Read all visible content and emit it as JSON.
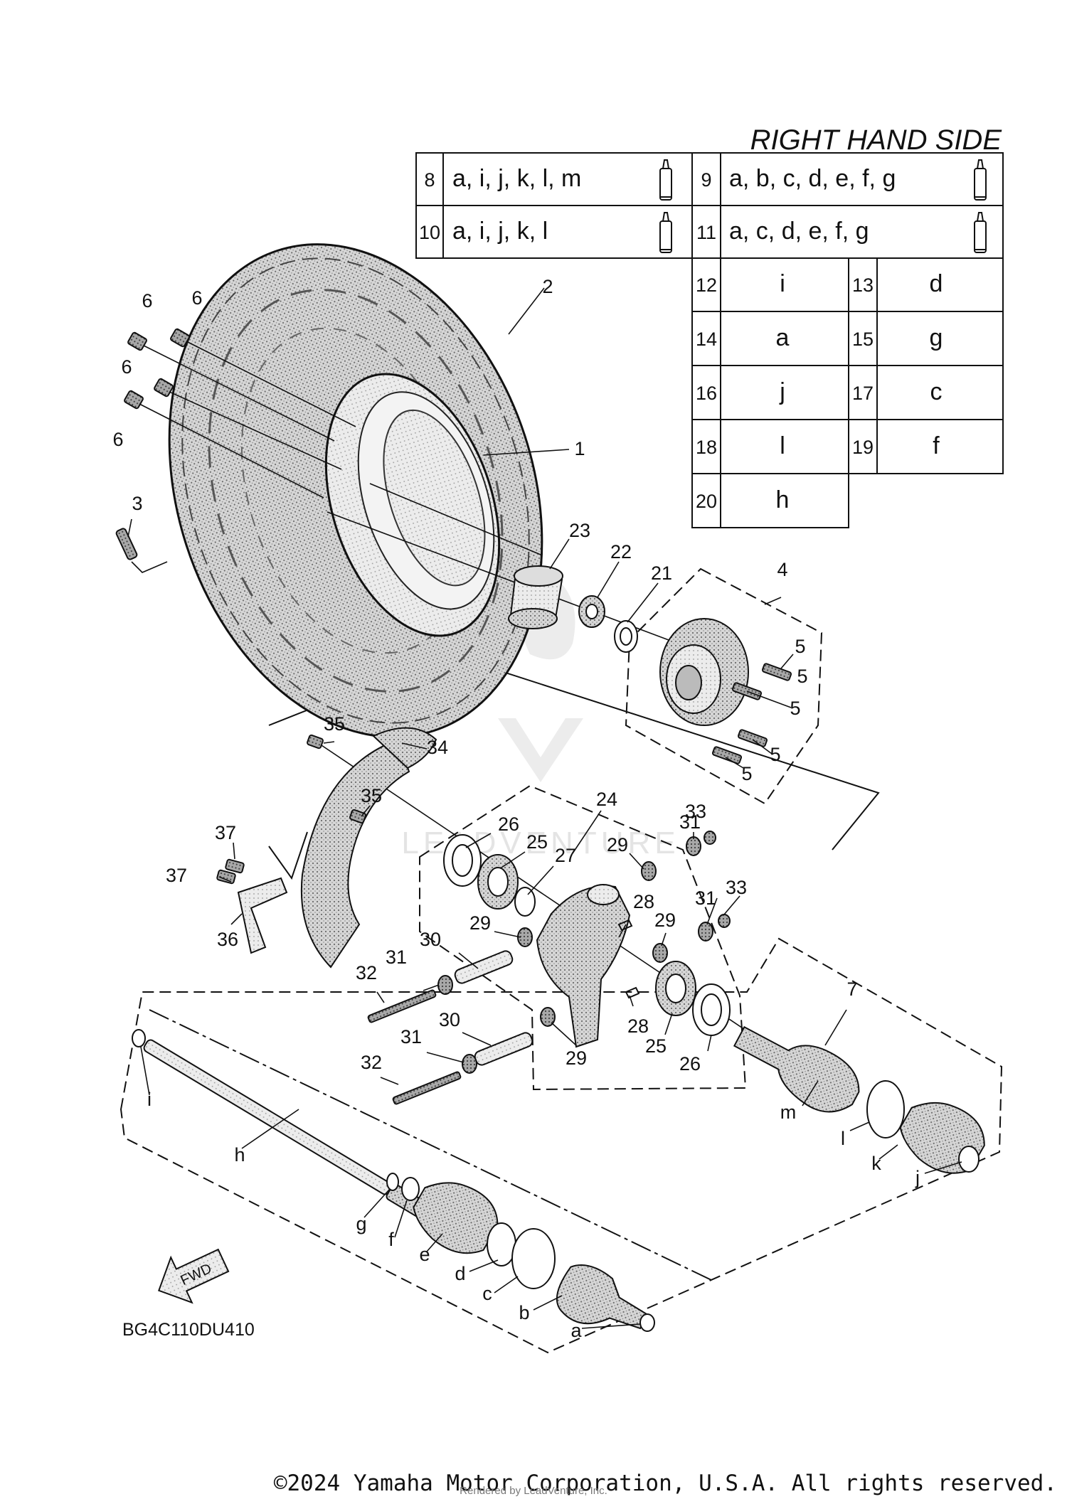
{
  "heading": "RIGHT HAND SIDE",
  "diagram_code": "BG4C110DU410",
  "fwd_label": "FWD",
  "watermark": "LEADVENTURE",
  "copyright": "©2024 Yamaha Motor Corporation, U.S.A. All rights reserved.",
  "rendered_by": "Rendered by LeadVenture, Inc.",
  "lube_table": [
    {
      "num": "8",
      "items": "a, i, j, k, l, m"
    },
    {
      "num": "9",
      "items": "a, b, c, d, e, f, g"
    },
    {
      "num": "10",
      "items": "a, i, j, k, l"
    },
    {
      "num": "11",
      "items": "a, c, d, e, f, g"
    }
  ],
  "kit_table": [
    {
      "num": "12",
      "letter": "i"
    },
    {
      "num": "13",
      "letter": "d"
    },
    {
      "num": "14",
      "letter": "a"
    },
    {
      "num": "15",
      "letter": "g"
    },
    {
      "num": "16",
      "letter": "j"
    },
    {
      "num": "17",
      "letter": "c"
    },
    {
      "num": "18",
      "letter": "l"
    },
    {
      "num": "19",
      "letter": "f"
    },
    {
      "num": "20",
      "letter": "h"
    }
  ],
  "callouts": [
    "1",
    "2",
    "3",
    "4",
    "5",
    "5",
    "5",
    "5",
    "5",
    "6",
    "6",
    "6",
    "6",
    "7",
    "21",
    "22",
    "23",
    "24",
    "25",
    "25",
    "26",
    "26",
    "27",
    "28",
    "28",
    "29",
    "29",
    "29",
    "29",
    "30",
    "30",
    "31",
    "31",
    "31",
    "31",
    "32",
    "32",
    "33",
    "33",
    "34",
    "35",
    "35",
    "36",
    "37",
    "37",
    "a",
    "b",
    "c",
    "d",
    "e",
    "f",
    "g",
    "h",
    "i",
    "j",
    "k",
    "l",
    "m"
  ]
}
